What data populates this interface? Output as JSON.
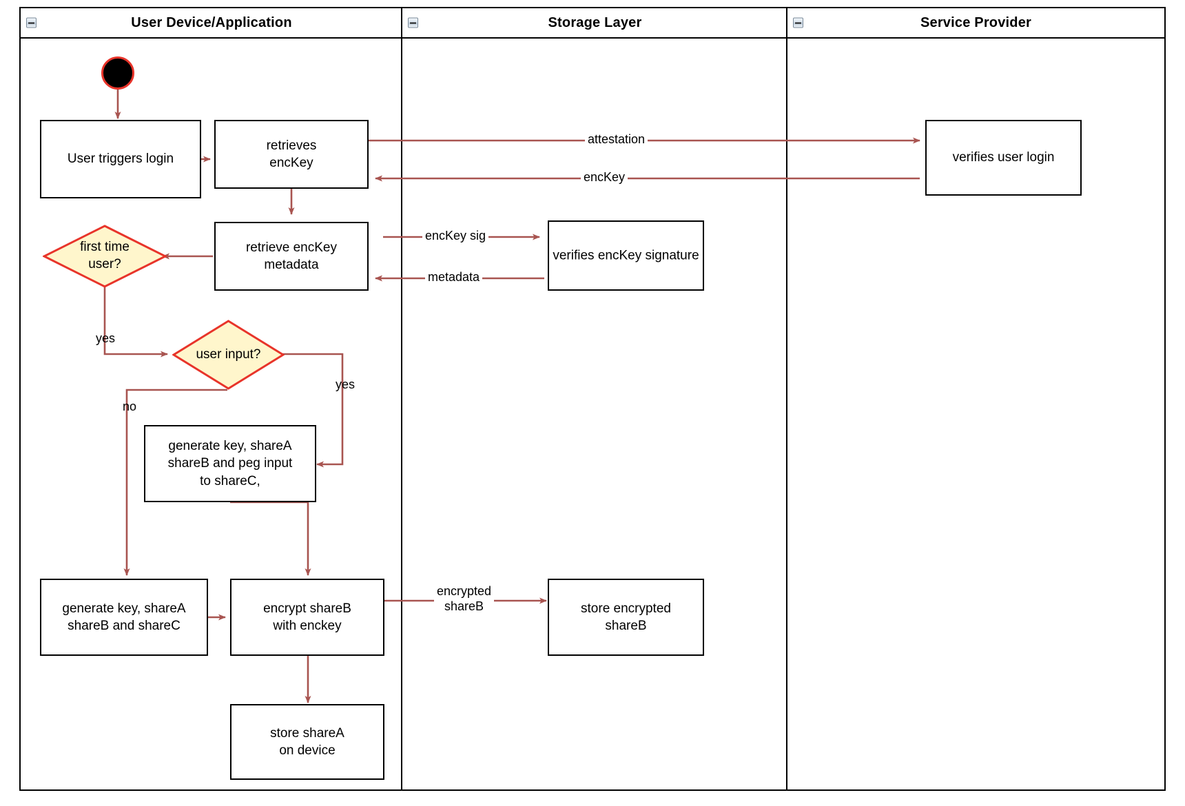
{
  "diagram": {
    "type": "uml-activity-swimlane",
    "accent_edge_color": "#a85450",
    "decision_fill": "#fff6cc",
    "decision_stroke": "#e8342a",
    "node_stroke": "#000000",
    "lanes": [
      {
        "id": "user-device",
        "title": "User Device/Application",
        "collapse_icon": "minus-box-icon"
      },
      {
        "id": "storage-layer",
        "title": "Storage Layer",
        "collapse_icon": "minus-box-icon"
      },
      {
        "id": "service-provider",
        "title": "Service Provider",
        "collapse_icon": "minus-box-icon"
      }
    ],
    "start_node": {
      "name": "initial-node",
      "icon": "filled-circle-icon"
    },
    "nodes": [
      {
        "id": "user-triggers-login",
        "lane": "user-device",
        "shape": "action",
        "lines": [
          "User triggers login"
        ]
      },
      {
        "id": "retrieves-enckey",
        "lane": "user-device",
        "shape": "action",
        "lines": [
          "retrieves",
          "encKey"
        ]
      },
      {
        "id": "retrieve-enckey-metadata",
        "lane": "user-device",
        "shape": "action",
        "lines": [
          "retrieve encKey",
          "metadata"
        ]
      },
      {
        "id": "first-time-user",
        "lane": "user-device",
        "shape": "decision",
        "lines": [
          "first time",
          "user?"
        ]
      },
      {
        "id": "user-input",
        "lane": "user-device",
        "shape": "decision",
        "lines": [
          "user input?"
        ]
      },
      {
        "id": "generate-peg-input",
        "lane": "user-device",
        "shape": "action",
        "lines": [
          "generate key, shareA",
          "shareB and peg input",
          "to shareC,"
        ]
      },
      {
        "id": "generate-key-shares",
        "lane": "user-device",
        "shape": "action",
        "lines": [
          "generate key, shareA",
          "shareB and shareC"
        ]
      },
      {
        "id": "encrypt-shareb",
        "lane": "user-device",
        "shape": "action",
        "lines": [
          "encrypt shareB",
          "with enckey"
        ]
      },
      {
        "id": "store-sharea-on-device",
        "lane": "user-device",
        "shape": "action",
        "lines": [
          "store shareA",
          "on device"
        ]
      },
      {
        "id": "verifies-enckey-signature",
        "lane": "storage-layer",
        "shape": "action",
        "lines": [
          "verifies encKey signature"
        ]
      },
      {
        "id": "store-encrypted-shareb",
        "lane": "storage-layer",
        "shape": "action",
        "lines": [
          "store encrypted",
          "shareB"
        ]
      },
      {
        "id": "verifies-user-login",
        "lane": "service-provider",
        "shape": "action",
        "lines": [
          "verifies user login"
        ]
      }
    ],
    "edge_labels": [
      {
        "id": "attestation",
        "text": "attestation"
      },
      {
        "id": "enckey-return",
        "text": "encKey"
      },
      {
        "id": "enckey-sig",
        "text": "encKey sig"
      },
      {
        "id": "metadata",
        "text": "metadata"
      },
      {
        "id": "first-time-yes",
        "text": "yes"
      },
      {
        "id": "user-input-yes",
        "text": "yes"
      },
      {
        "id": "user-input-no",
        "text": "no"
      },
      {
        "id": "encrypted-shareb",
        "lines": [
          "encrypted",
          "shareB"
        ]
      }
    ]
  }
}
